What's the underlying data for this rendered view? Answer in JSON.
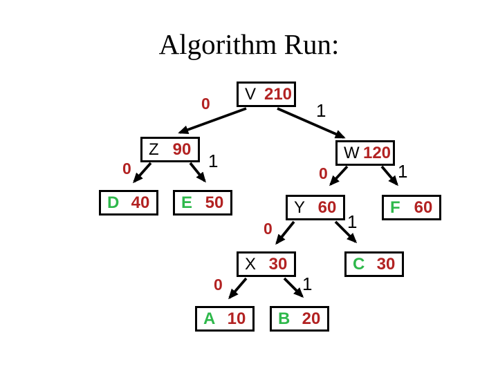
{
  "title": "Algorithm Run:",
  "tree": {
    "nodes": {
      "v": {
        "letter": "V",
        "value": "210",
        "type": "internal"
      },
      "z": {
        "letter": "Z",
        "value": "90",
        "type": "internal"
      },
      "w": {
        "letter": "W",
        "value": "120",
        "type": "internal"
      },
      "d": {
        "letter": "D",
        "value": "40",
        "type": "leaf"
      },
      "e": {
        "letter": "E",
        "value": "50",
        "type": "leaf"
      },
      "y": {
        "letter": "Y",
        "value": "60",
        "type": "internal"
      },
      "f": {
        "letter": "F",
        "value": "60",
        "type": "leaf"
      },
      "x": {
        "letter": "X",
        "value": "30",
        "type": "internal"
      },
      "c": {
        "letter": "C",
        "value": "30",
        "type": "leaf"
      },
      "a": {
        "letter": "A",
        "value": "10",
        "type": "leaf"
      },
      "b": {
        "letter": "B",
        "value": "20",
        "type": "leaf"
      }
    },
    "edge_labels": {
      "v_left": "0",
      "v_right": "1",
      "z_left": "0",
      "z_right": "1",
      "w_left": "0",
      "w_right": "1",
      "y_left": "0",
      "y_right": "1",
      "x_left": "0",
      "x_right": "1"
    }
  },
  "colors": {
    "background": "#ffffff",
    "box_border": "#000000",
    "internal_letter": "#000000",
    "leaf_letter": "#2eb84b",
    "value_red": "#b22222",
    "edge_zero_red": "#b22222",
    "edge_one_black": "#000000"
  }
}
